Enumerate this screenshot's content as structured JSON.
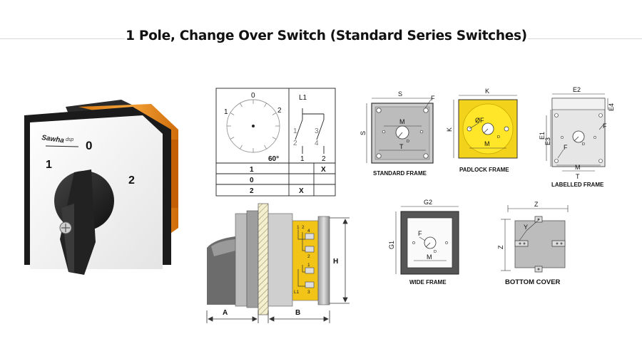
{
  "title": "1 Pole, Change Over Switch (Standard Series Switches)",
  "product": {
    "brand_text": "Sawha",
    "brand_sub": "dsp",
    "dial_0": "0",
    "dial_1": "1",
    "dial_2": "2"
  },
  "switch_diagram": {
    "dial_labels": [
      "0",
      "1",
      "2"
    ],
    "angle": "60°",
    "contact_header": "L1",
    "terminals": [
      "1",
      "3",
      "2",
      "4"
    ],
    "columns": [
      "1",
      "2"
    ],
    "rows": [
      {
        "pos": "1",
        "c1": "",
        "c2": "X"
      },
      {
        "pos": "0",
        "c1": "",
        "c2": ""
      },
      {
        "pos": "2",
        "c1": "X",
        "c2": ""
      }
    ]
  },
  "side_view": {
    "dim_a": "A",
    "dim_b": "B",
    "dim_h": "H",
    "block_labels": [
      "1",
      "2",
      "4",
      "2",
      "1",
      "L1",
      "3"
    ]
  },
  "frames": {
    "standard": {
      "caption": "STANDARD FRAME",
      "s_top": "S",
      "s_side": "S",
      "f": "F",
      "m": "M",
      "t": "T",
      "d": "D"
    },
    "padlock": {
      "caption": "PADLOCK FRAME",
      "k_top": "K",
      "k_side": "K",
      "of": "ØF",
      "m": "M",
      "d": "D"
    },
    "labelled": {
      "caption": "LABELLED FRAME",
      "e2": "E2",
      "e4": "E4",
      "e1": "E1",
      "e3": "E3",
      "f1": "F",
      "f2": "F",
      "m": "M",
      "t": "T",
      "d": "D"
    },
    "wide": {
      "caption": "WIDE FRAME",
      "g2": "G2",
      "g1": "G1",
      "f": "F",
      "m": "M",
      "d": "D"
    },
    "bottom": {
      "caption": "BOTTOM COVER",
      "z_top": "Z",
      "z_side": "Z",
      "y": "Y"
    }
  },
  "colors": {
    "handle": "#1e1e1e",
    "orange": "#f0901c",
    "yellow": "#f2d21b",
    "frame_gray": "#cfcfcf",
    "dark_frame": "#4a4a4a"
  }
}
